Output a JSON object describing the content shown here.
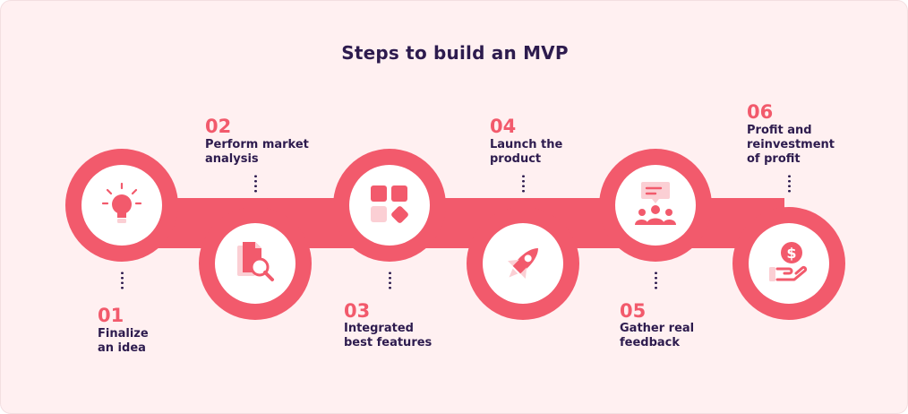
{
  "title": "Steps to build an MVP",
  "colors": {
    "accent": "#f25a6c",
    "icon_light": "#fbcfd4",
    "text_dark": "#2d1b4e",
    "background": "#fff0f1"
  },
  "steps": [
    {
      "number": "01",
      "label": "Finalize\nan idea",
      "icon": "lightbulb-icon"
    },
    {
      "number": "02",
      "label": "Perform market\nanalysis",
      "icon": "document-search-icon"
    },
    {
      "number": "03",
      "label": "Integrated\nbest features",
      "icon": "feature-blocks-icon"
    },
    {
      "number": "04",
      "label": "Launch the\nproduct",
      "icon": "rocket-icon"
    },
    {
      "number": "05",
      "label": "Gather real\nfeedback",
      "icon": "group-feedback-icon"
    },
    {
      "number": "06",
      "label": "Profit and\nreinvestment\nof profit",
      "icon": "money-hand-icon"
    }
  ]
}
